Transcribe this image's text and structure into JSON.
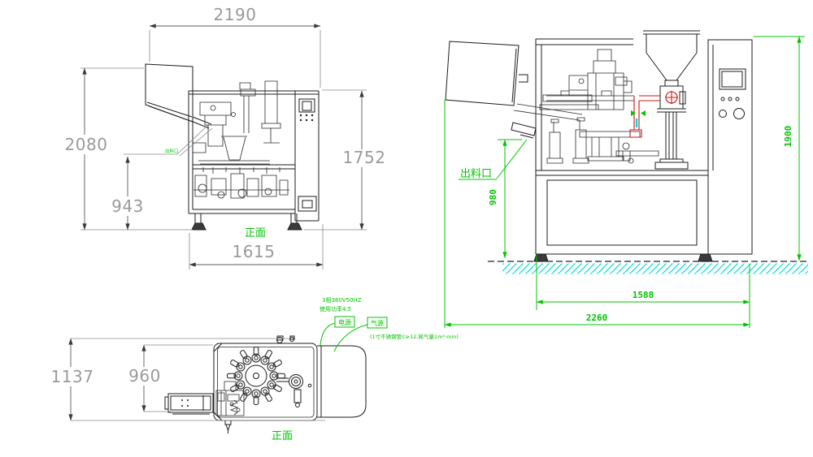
{
  "front_view": {
    "name_label": "正面",
    "dim_width_top": "2190",
    "dim_height_total": "2080",
    "dim_height_mid": "943",
    "dim_height_frame": "1752",
    "dim_width_bottom": "1615",
    "small_note": "出料口"
  },
  "side_view": {
    "discharge_label": "出料口",
    "dim_height_total": "1900",
    "dim_height_discharge": "980",
    "dim_width_feet": "1588",
    "dim_width_total": "2260"
  },
  "top_view": {
    "name_label": "正面",
    "dim_depth_total": "1137",
    "dim_depth_body": "960",
    "callout_power_box": "电源",
    "callout_air_box": "气源",
    "power_note_line1": "3相380V50HZ",
    "power_note_line2": "使用功率4.5",
    "air_note": "(1寸不锈钢管C≥12,耗气量1m³·min)"
  },
  "colors": {
    "drawing_line": "#1c1c1c",
    "dim_text_gray": "#9a9a9a",
    "annotation_green": "#00c400",
    "ground_hatch_cyan": "#00dcdc",
    "pipe_red": "#cc1414"
  }
}
